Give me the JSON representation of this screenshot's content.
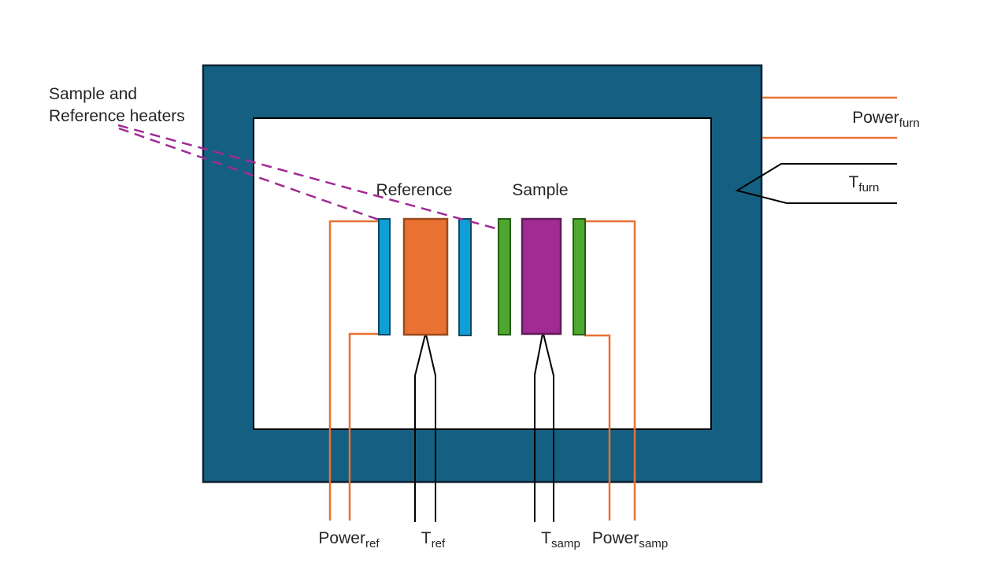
{
  "colors": {
    "furnace_fill": "#156082",
    "furnace_border": "#0d2333",
    "cavity_fill": "#ffffff",
    "cavity_border": "#000000",
    "reference_fill": "#E97132",
    "reference_border": "#9c4a1c",
    "sample_fill": "#A02B93",
    "sample_border": "#611a58",
    "heater_blue_fill": "#0F9ED5",
    "heater_blue_border": "#0c4a61",
    "heater_green_fill": "#4EA72E",
    "heater_green_border": "#255c12",
    "wire_orange": "#E97132",
    "line_black": "#000000",
    "callout_magenta": "#A02B93",
    "text": "#262626"
  },
  "labels": {
    "heaters_callout": {
      "line1": "Sample and",
      "line2": "Reference heaters"
    },
    "reference": "Reference",
    "sample": "Sample",
    "power_ref": {
      "main": "Power",
      "sub": "ref"
    },
    "t_ref": {
      "main": "T",
      "sub": "ref"
    },
    "t_samp": {
      "main": "T",
      "sub": "samp"
    },
    "power_samp": {
      "main": "Power",
      "sub": "samp"
    },
    "power_furn": {
      "main": "Power",
      "sub": "furn"
    },
    "t_furn": {
      "main": "T",
      "sub": "furn"
    }
  }
}
